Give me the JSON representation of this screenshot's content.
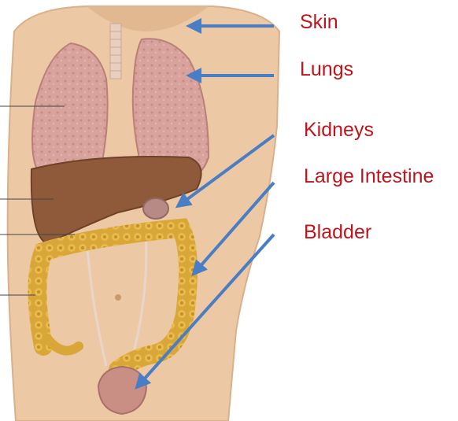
{
  "labels": {
    "skin": "Skin",
    "lungs": "Lungs",
    "kidneys": "Kidneys",
    "large_intestine": "Large Intestine",
    "bladder": "Bladder"
  },
  "colors": {
    "label_text": "#c0141c",
    "arrow": "#4a7ec4",
    "skin": "#ecc9a4",
    "lungs": "#d9a39d",
    "liver": "#8f5a3a",
    "intestine": "#d9a638",
    "bladder": "#c98f85",
    "kidney": "#b88a86"
  },
  "icons": [
    "arrow-icon"
  ]
}
